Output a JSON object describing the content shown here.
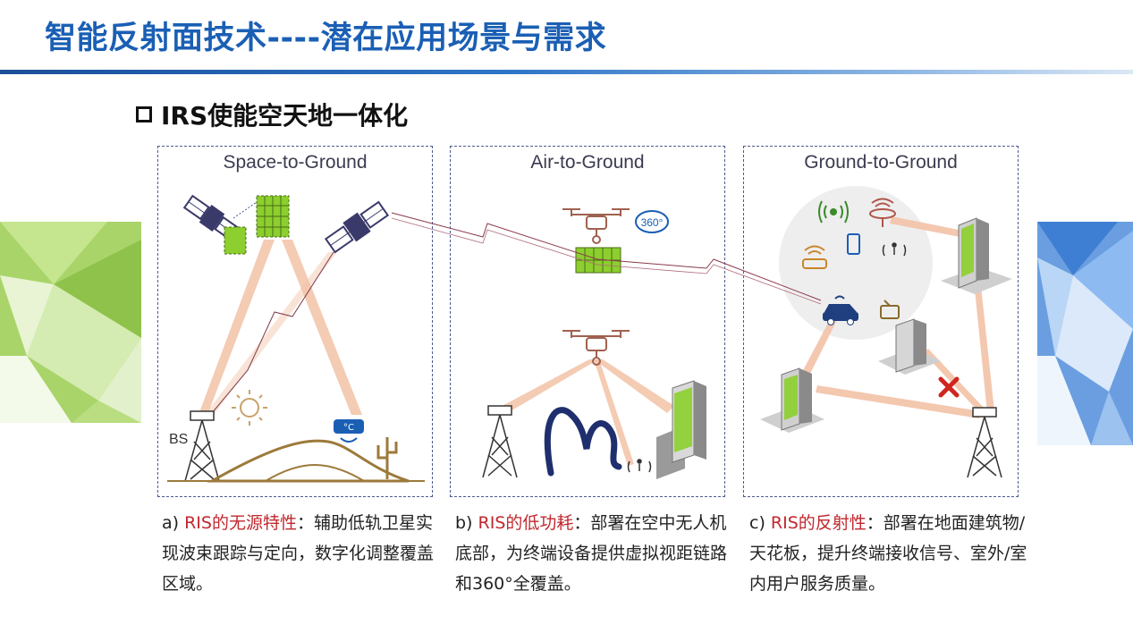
{
  "slide": {
    "title": "智能反射面技术----潜在应用场景与需求",
    "bullet": "IRS使能空天地一体化"
  },
  "colors": {
    "title_blue": "#1a5fb4",
    "highlight_red": "#c0282e",
    "panel_border": "#4a5b8c",
    "ris_green": "#8ccf2e",
    "beam": "#f2c2a6"
  },
  "panels": [
    {
      "title": "Space-to-Ground",
      "bs_label": "BS",
      "temp_badge": "°C",
      "icons": [
        "satellite-icon",
        "satellite-icon",
        "ris-panel-icon",
        "sun-icon",
        "base-station-icon",
        "desert-dunes-icon",
        "cactus-icon",
        "sensor-icon"
      ]
    },
    {
      "title": "Air-to-Ground",
      "badge_360": "360°",
      "icons": [
        "drone-icon",
        "drone-icon",
        "ris-panel-icon",
        "base-station-icon",
        "mountain-icon",
        "pedestrian-icon",
        "building-icon"
      ]
    },
    {
      "title": "Ground-to-Ground",
      "icons": [
        "wifi-signal-icon",
        "router-icon",
        "router-icon",
        "phone-icon",
        "pedestrian-icon",
        "car-icon",
        "radio-icon",
        "building-icon",
        "building-icon",
        "building-icon",
        "base-station-icon",
        "blocked-x-icon"
      ]
    }
  ],
  "captions": [
    {
      "prefix": "a) ",
      "highlight": "RIS的无源特性",
      "body": "：辅助低轨卫星实现波束跟踪与定向，数字化调整覆盖区域。"
    },
    {
      "prefix": "b) ",
      "highlight": "RIS的低功耗",
      "body": "：部署在空中无人机底部，为终端设备提供虚拟视距链路和360°全覆盖。"
    },
    {
      "prefix": "c) ",
      "highlight": "RIS的反射性",
      "body": "：部署在地面建筑物/天花板，提升终端接收信号、室外/室内用户服务质量。"
    }
  ]
}
